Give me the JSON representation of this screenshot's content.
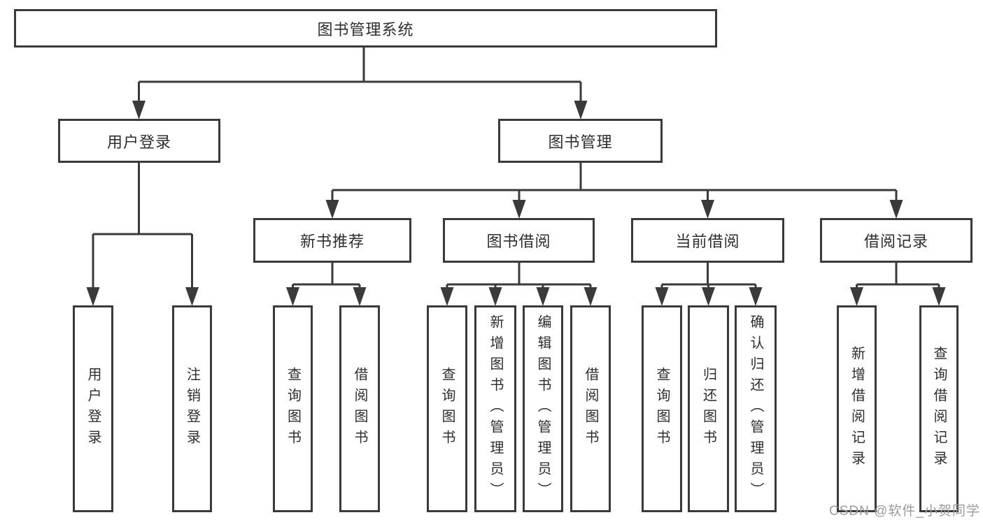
{
  "colors": {
    "line": "#3a3a3a",
    "box_border": "#3a3a3a",
    "text": "#2e2e2e",
    "watermark": "#9c9c9c",
    "background": "#ffffff"
  },
  "diagram": {
    "root": {
      "label": "图书管理系统"
    },
    "branches": [
      {
        "label": "用户登录",
        "children": [
          {
            "label": "用户登录"
          },
          {
            "label": "注销登录"
          }
        ]
      },
      {
        "label": "图书管理",
        "children": [
          {
            "label": "新书推荐",
            "children": [
              {
                "label": "查询图书"
              },
              {
                "label": "借阅图书"
              }
            ]
          },
          {
            "label": "图书借阅",
            "children": [
              {
                "label": "查询图书"
              },
              {
                "label": "新增图书（管理员）"
              },
              {
                "label": "编辑图书（管理员）"
              },
              {
                "label": "借阅图书"
              }
            ]
          },
          {
            "label": "当前借阅",
            "children": [
              {
                "label": "查询图书"
              },
              {
                "label": "归还图书"
              },
              {
                "label": "确认归还（管理员）"
              }
            ]
          },
          {
            "label": "借阅记录",
            "children": [
              {
                "label": "新增借阅记录"
              },
              {
                "label": "查询借阅记录"
              }
            ]
          }
        ]
      }
    ]
  },
  "watermark": {
    "text": "CSDN @软件_小贺同学"
  }
}
